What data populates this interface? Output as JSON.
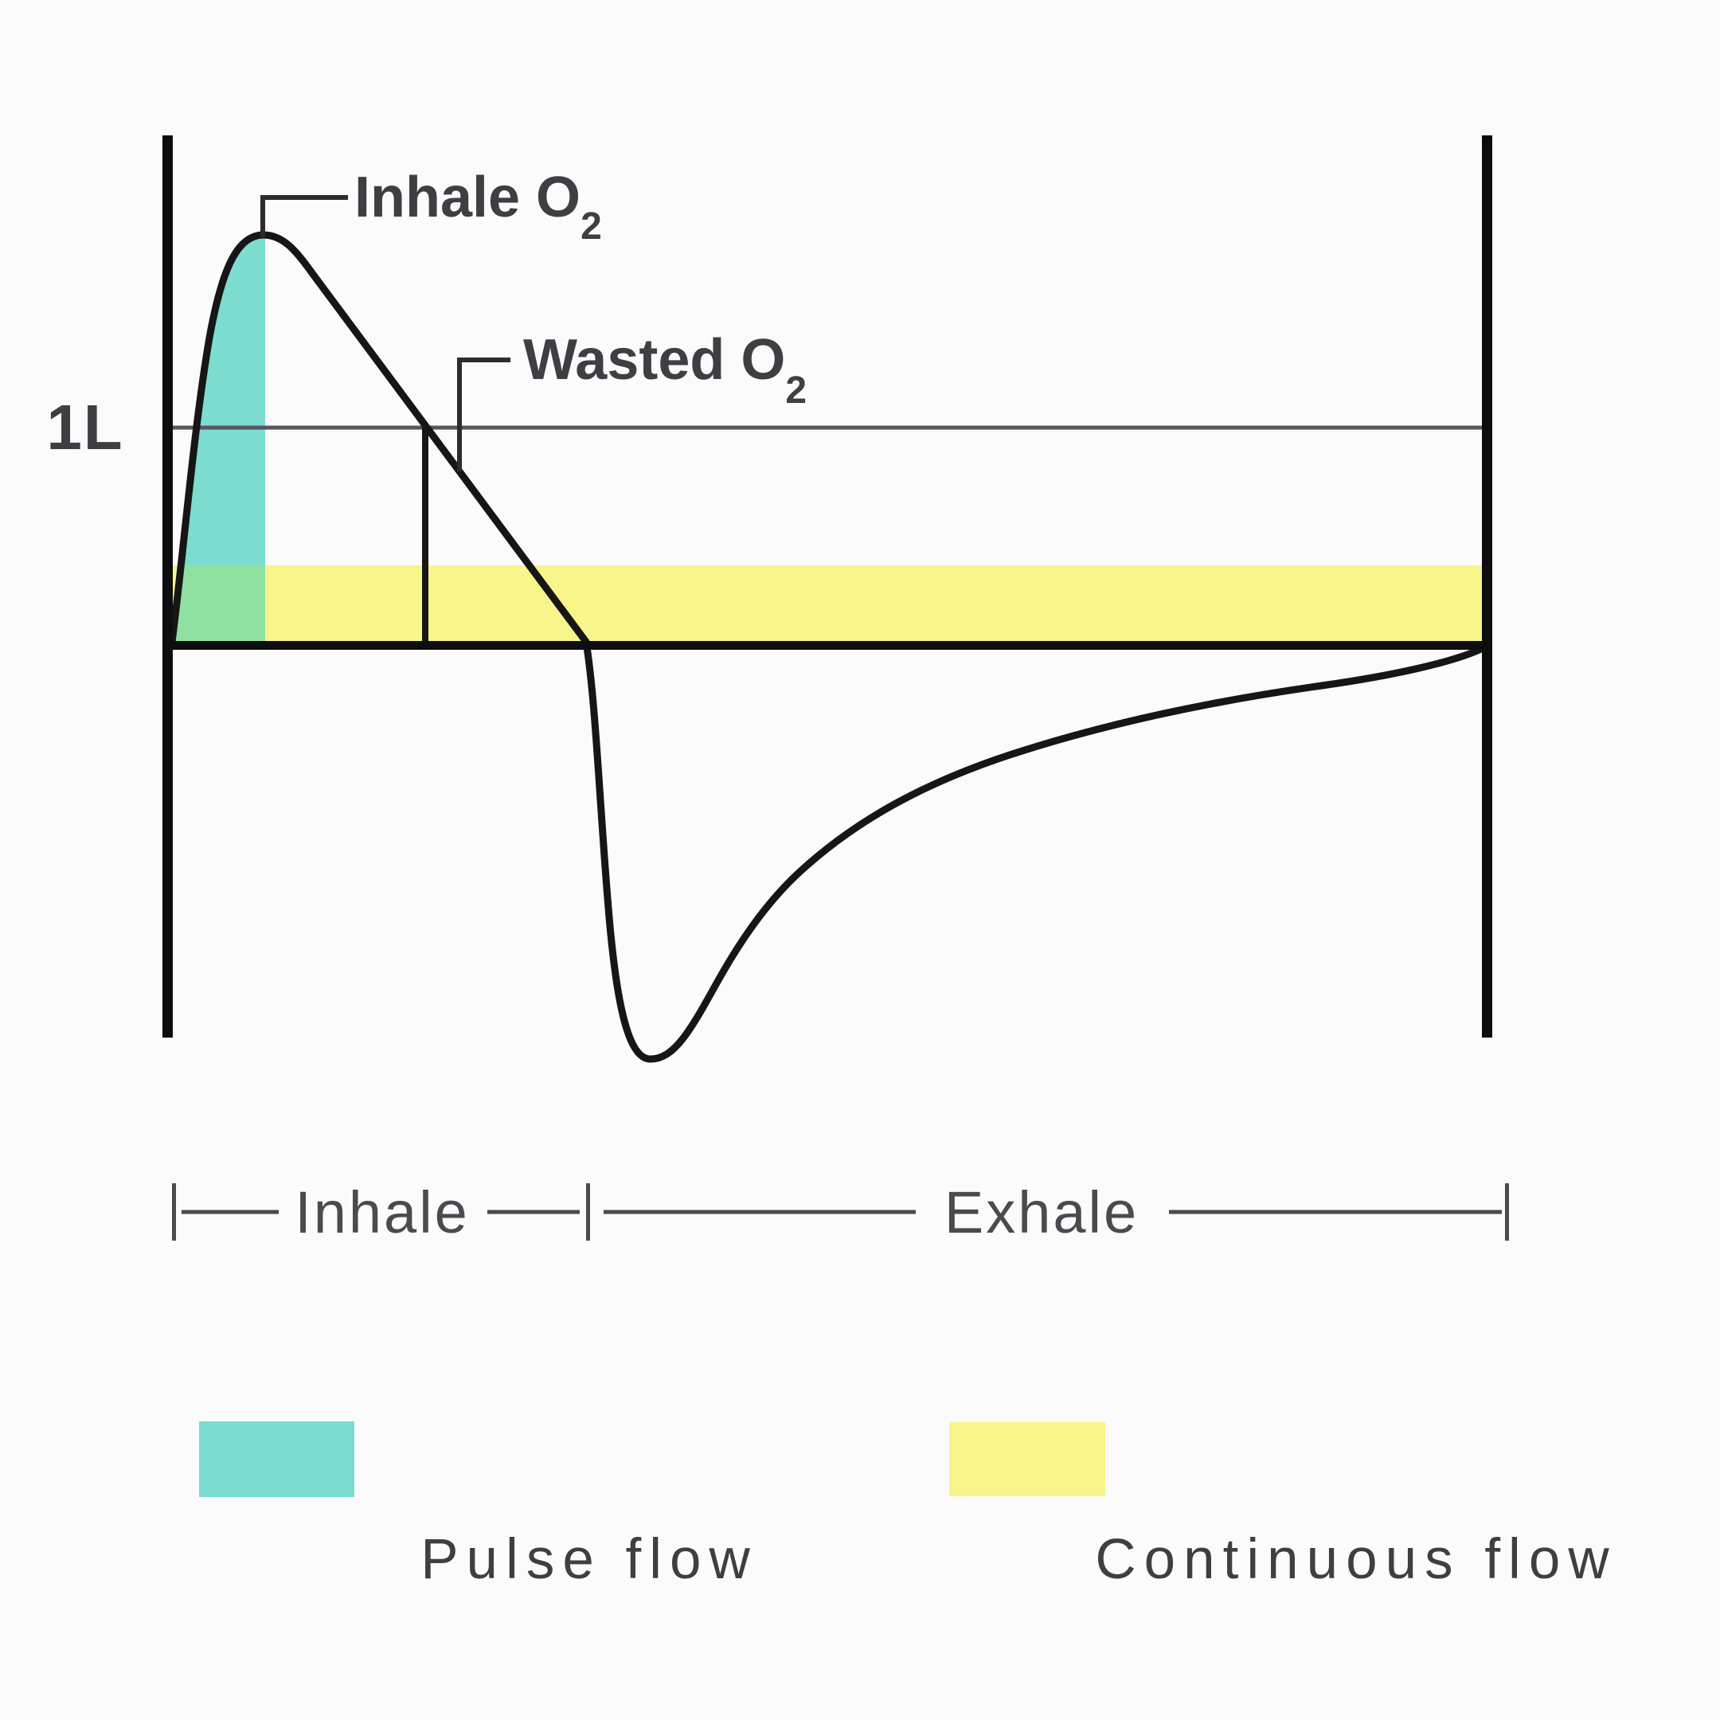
{
  "figure": {
    "background": "#fbfbfb",
    "axis_tick_label": "1L",
    "annotations": {
      "inhale": {
        "text": "Inhale O",
        "sub": "2"
      },
      "wasted": {
        "text": "Wasted O",
        "sub": "2"
      }
    },
    "phases": {
      "inhale": "Inhale",
      "exhale": "Exhale"
    },
    "legend": {
      "pulse": {
        "label": "Pulse flow"
      },
      "continuous": {
        "label": "Continuous flow"
      }
    },
    "colors": {
      "pulse_teal": "#7bdccf",
      "continuous_yellow": "#f8f58a",
      "overlap_green": "#90e0a2",
      "curve": "#161616",
      "axis": "#0d0d0f",
      "gridline": "#57575c",
      "leader": "#2b2b30",
      "text": "#3e3e43",
      "dim_line": "#4a4a4f"
    }
  }
}
